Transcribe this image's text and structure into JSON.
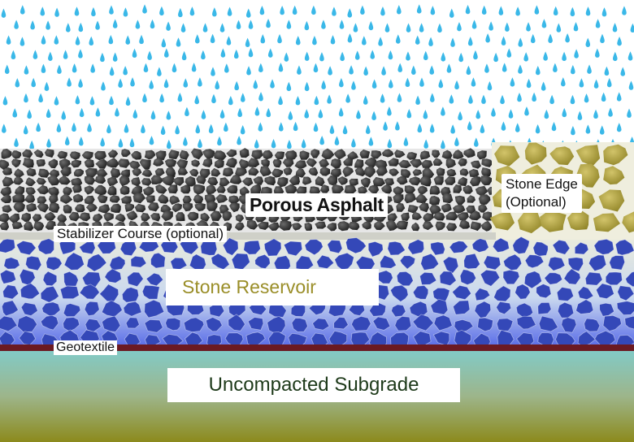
{
  "diagram": {
    "labels": {
      "porous_asphalt": "Porous Asphalt",
      "stabilizer_course": "Stabilizer Course (optional)",
      "stone_edge_line1": "Stone Edge",
      "stone_edge_line2": "(Optional)",
      "stone_reservoir": "Stone Reservoir",
      "geotextile": "Geotextile",
      "uncompacted_subgrade": "Uncompacted Subgrade"
    },
    "layers_top_to_bottom": [
      "Rain",
      "Porous Asphalt",
      "Stabilizer Course (optional)",
      "Stone Reservoir",
      "Geotextile",
      "Uncompacted Subgrade"
    ],
    "colors": {
      "rain": "#3ab8e8",
      "asphalt_stone": "#2f2f2f",
      "stone_edge": "#b3a53b",
      "reservoir_stone_top": "#8a9a7a",
      "reservoir_stone_bottom": "#3a4fb5",
      "geotextile": "#6b1a22",
      "subgrade_top": "#7fc9c5",
      "subgrade_bottom": "#8a8a1a"
    }
  }
}
